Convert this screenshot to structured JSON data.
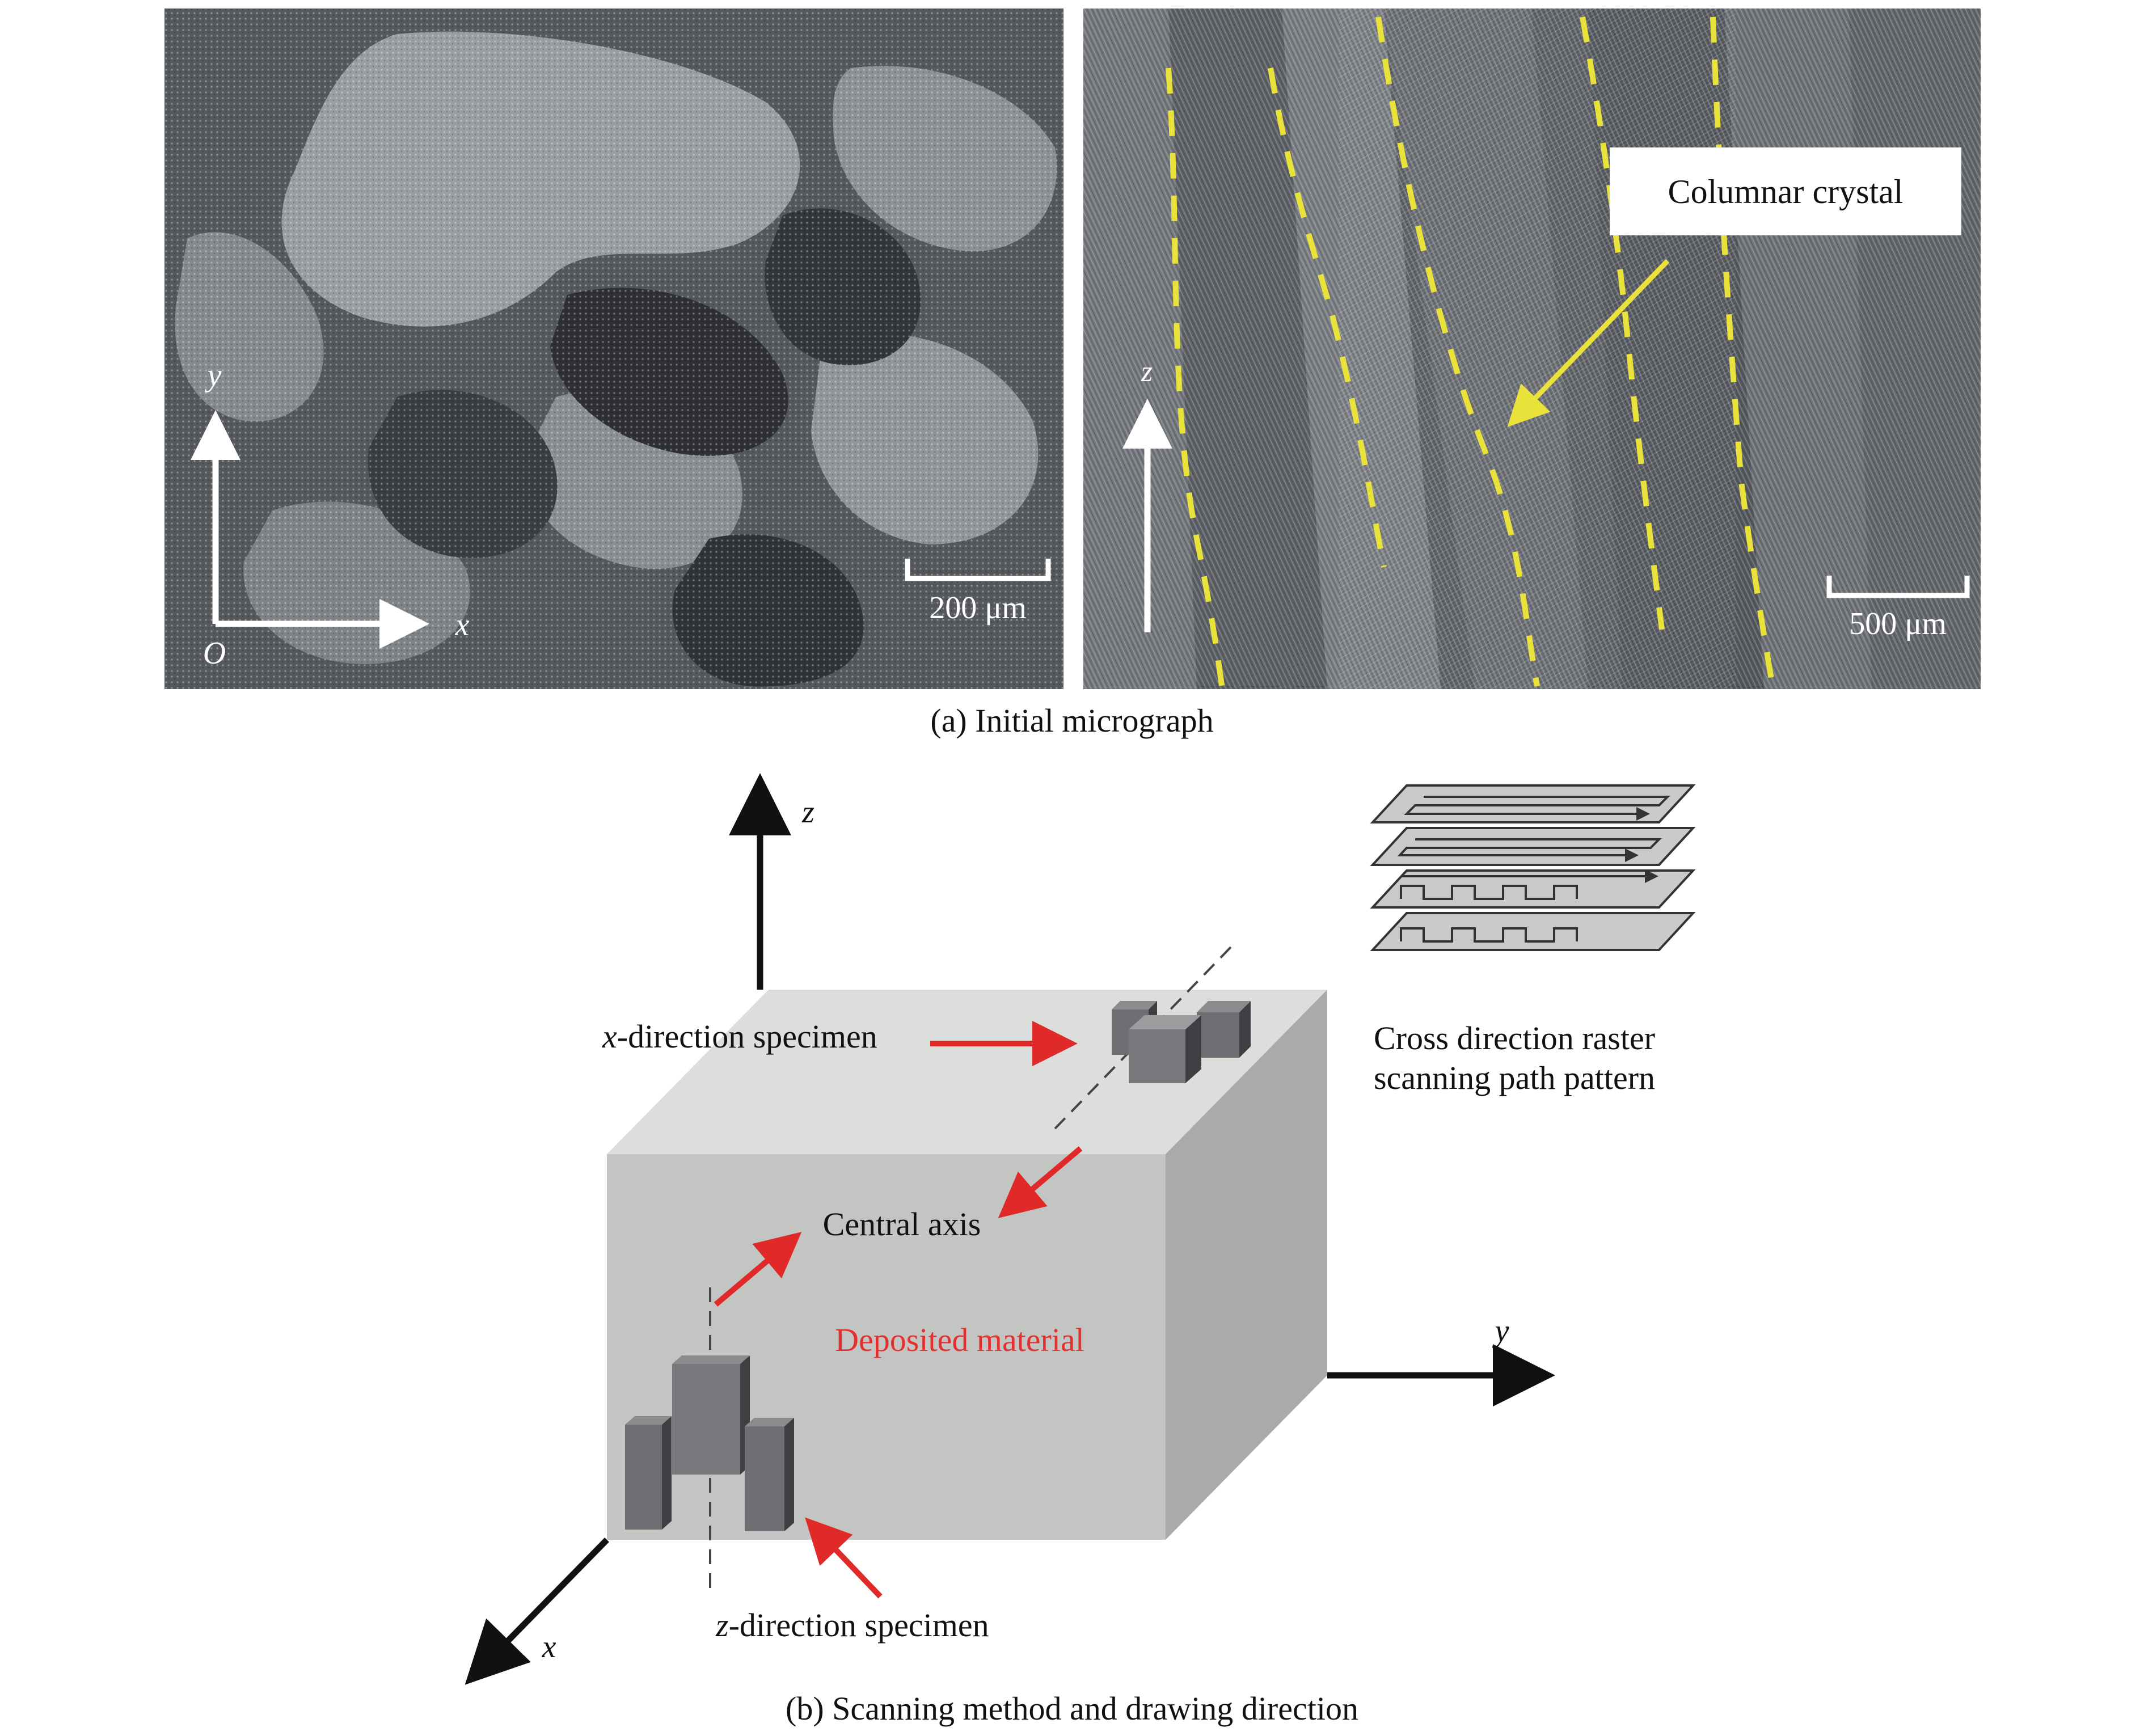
{
  "panel_a": {
    "left_micrograph": {
      "axis_y_label": "y",
      "axis_x_label": "x",
      "origin_label": "O",
      "scale_bar": "200 μm"
    },
    "right_micrograph": {
      "axis_label": "z",
      "callout": "Columnar crystal",
      "scale_bar": "500 μm",
      "dash_color": "#e8e23a"
    },
    "caption": "(a) Initial micrograph"
  },
  "panel_b": {
    "axes": {
      "z": "z",
      "y": "y",
      "x": "x"
    },
    "x_specimen": {
      "var": "x",
      "rest": "-direction specimen"
    },
    "z_specimen": {
      "var": "z",
      "rest": "-direction specimen"
    },
    "central_axis": "Central axis",
    "deposited_material": "Deposited material",
    "raster_caption": [
      "Cross direction raster",
      "scanning path pattern"
    ],
    "caption": "(b) Scanning method and drawing direction",
    "colors": {
      "arrow_red": "#e02a2a",
      "label_red": "#e53030",
      "block_front": "#c3c5c3",
      "block_top": "#dcdedc",
      "block_side": "#a9aba9"
    }
  }
}
